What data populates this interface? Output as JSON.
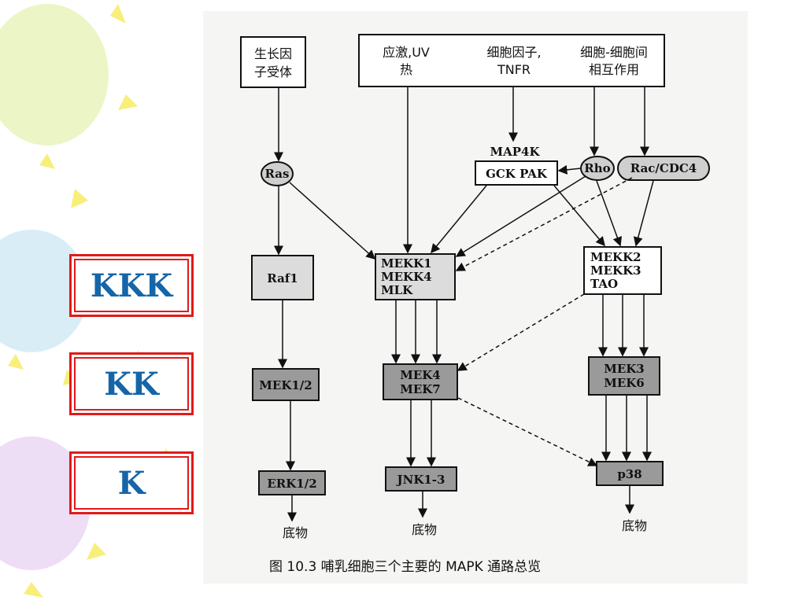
{
  "levels": {
    "kkk": "KKK",
    "kk": "KK",
    "k": "K"
  },
  "colors": {
    "level_border": "#e01a1a",
    "level_text": "#1565a8",
    "box_light": "#dcdcdc",
    "box_dark": "#9a9a9a"
  },
  "diagram": {
    "growth_receptor": [
      "生长因",
      "子受体"
    ],
    "stress": [
      "应激,UV",
      "热"
    ],
    "cytokine": [
      "细胞因子,",
      "TNFR"
    ],
    "cell_interact": [
      "细胞-细胞间",
      "相互作用"
    ],
    "map4k": "MAP4K",
    "gck_pak": "GCK PAK",
    "ras": "Ras",
    "rho": "Rho",
    "rac": "Rac/CDC4",
    "raf1": "Raf1",
    "mekk_a": [
      "MEKK1",
      "MEKK4",
      "MLK"
    ],
    "mekk_b": [
      "MEKK2",
      "MEKK3",
      "TAO"
    ],
    "mek12": "MEK1/2",
    "mek47": [
      "MEK4",
      "MEK7"
    ],
    "mek36": [
      "MEK3",
      "MEK6"
    ],
    "erk": "ERK1/2",
    "jnk": "JNK1-3",
    "p38": "p38",
    "substrate": "底物",
    "caption": "图 10.3   哺乳细胞三个主要的 MAPK 通路总览"
  }
}
